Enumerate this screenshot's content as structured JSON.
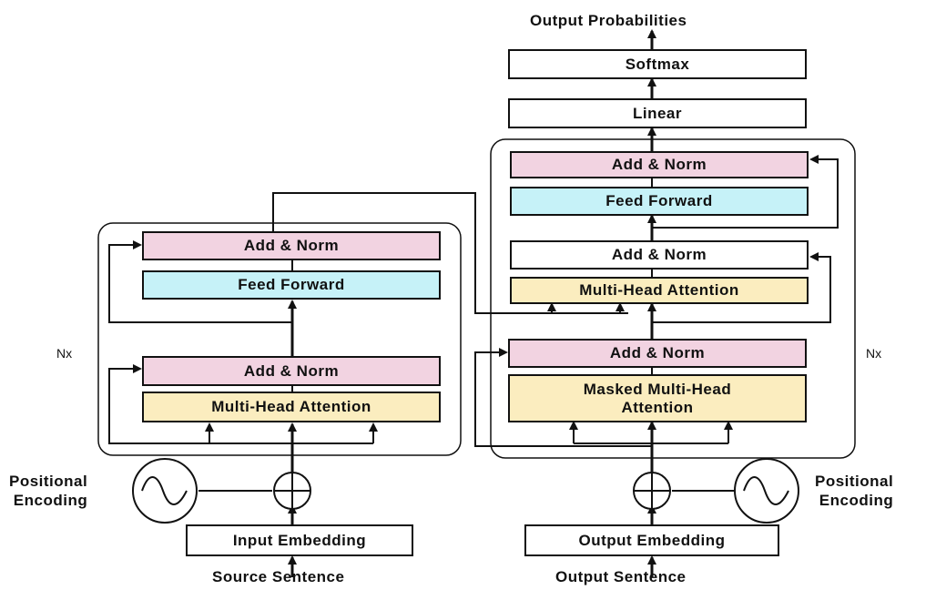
{
  "encoder": {
    "add_norm_top": "Add & Norm",
    "feed_forward": "Feed Forward",
    "add_norm_bottom": "Add & Norm",
    "attention": "Multi-Head Attention",
    "repeat": "Nx",
    "positional_encoding": [
      "Positional",
      "Encoding"
    ],
    "input_embedding": "Input Embedding",
    "source": "Source Sentence"
  },
  "decoder": {
    "output_probabilities": "Output Probabilities",
    "softmax": "Softmax",
    "linear": "Linear",
    "add_norm_top": "Add & Norm",
    "feed_forward": "Feed Forward",
    "add_norm_mid": "Add & Norm",
    "attention": "Multi-Head Attention",
    "add_norm_bottom": "Add & Norm",
    "masked_attention": [
      "Masked Multi-Head",
      "Attention"
    ],
    "repeat": "Nx",
    "positional_encoding": [
      "Positional",
      "Encoding"
    ],
    "output_embedding": "Output Embedding",
    "source": "Output Sentence"
  },
  "colors": {
    "add_norm": "#f2d3e1",
    "feed_forward": "#c6f2f8",
    "attention": "#fbedbf"
  }
}
